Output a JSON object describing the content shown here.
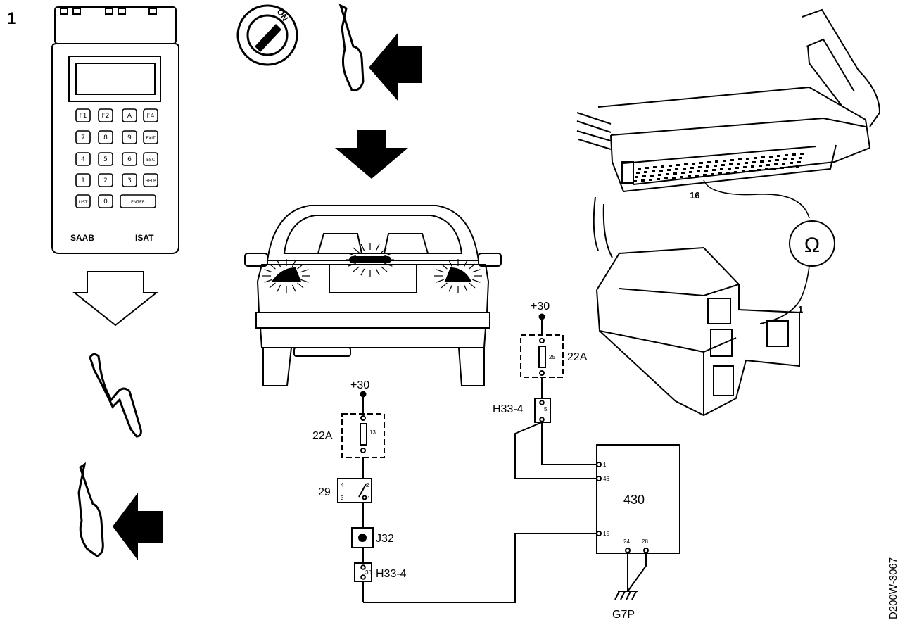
{
  "figure_number": "1",
  "code": "D200W-3067",
  "tester": {
    "keys": [
      "F1",
      "F2",
      "A",
      "F4",
      "7",
      "8",
      "9",
      "EXIT",
      "4",
      "5",
      "6",
      "ESC",
      "1",
      "2",
      "3",
      "HELP",
      "LIST",
      "0",
      "ENTER"
    ],
    "brand": "SAAB",
    "model": "ISAT"
  },
  "ignition": {
    "on_label": "ON"
  },
  "connector": {
    "pin_label": "16",
    "socket_pin": "1",
    "meter_symbol": "Ω"
  },
  "left_circuit": {
    "supply": "+30",
    "fuse_box": "22A",
    "fuse_number": "13",
    "switch_component": "29",
    "switch_pins": [
      "4",
      "2",
      "3",
      "1"
    ],
    "junction": "J32",
    "connector": "H33-4",
    "connector_pin": "30"
  },
  "right_circuit": {
    "supply": "+30",
    "fuse_box": "22A",
    "fuse_number": "25",
    "connector": "H33-4",
    "connector_pin": "5"
  },
  "control_unit": {
    "name": "430",
    "pins": [
      "1",
      "46",
      "15",
      "24",
      "28"
    ],
    "ground": "G7P"
  }
}
